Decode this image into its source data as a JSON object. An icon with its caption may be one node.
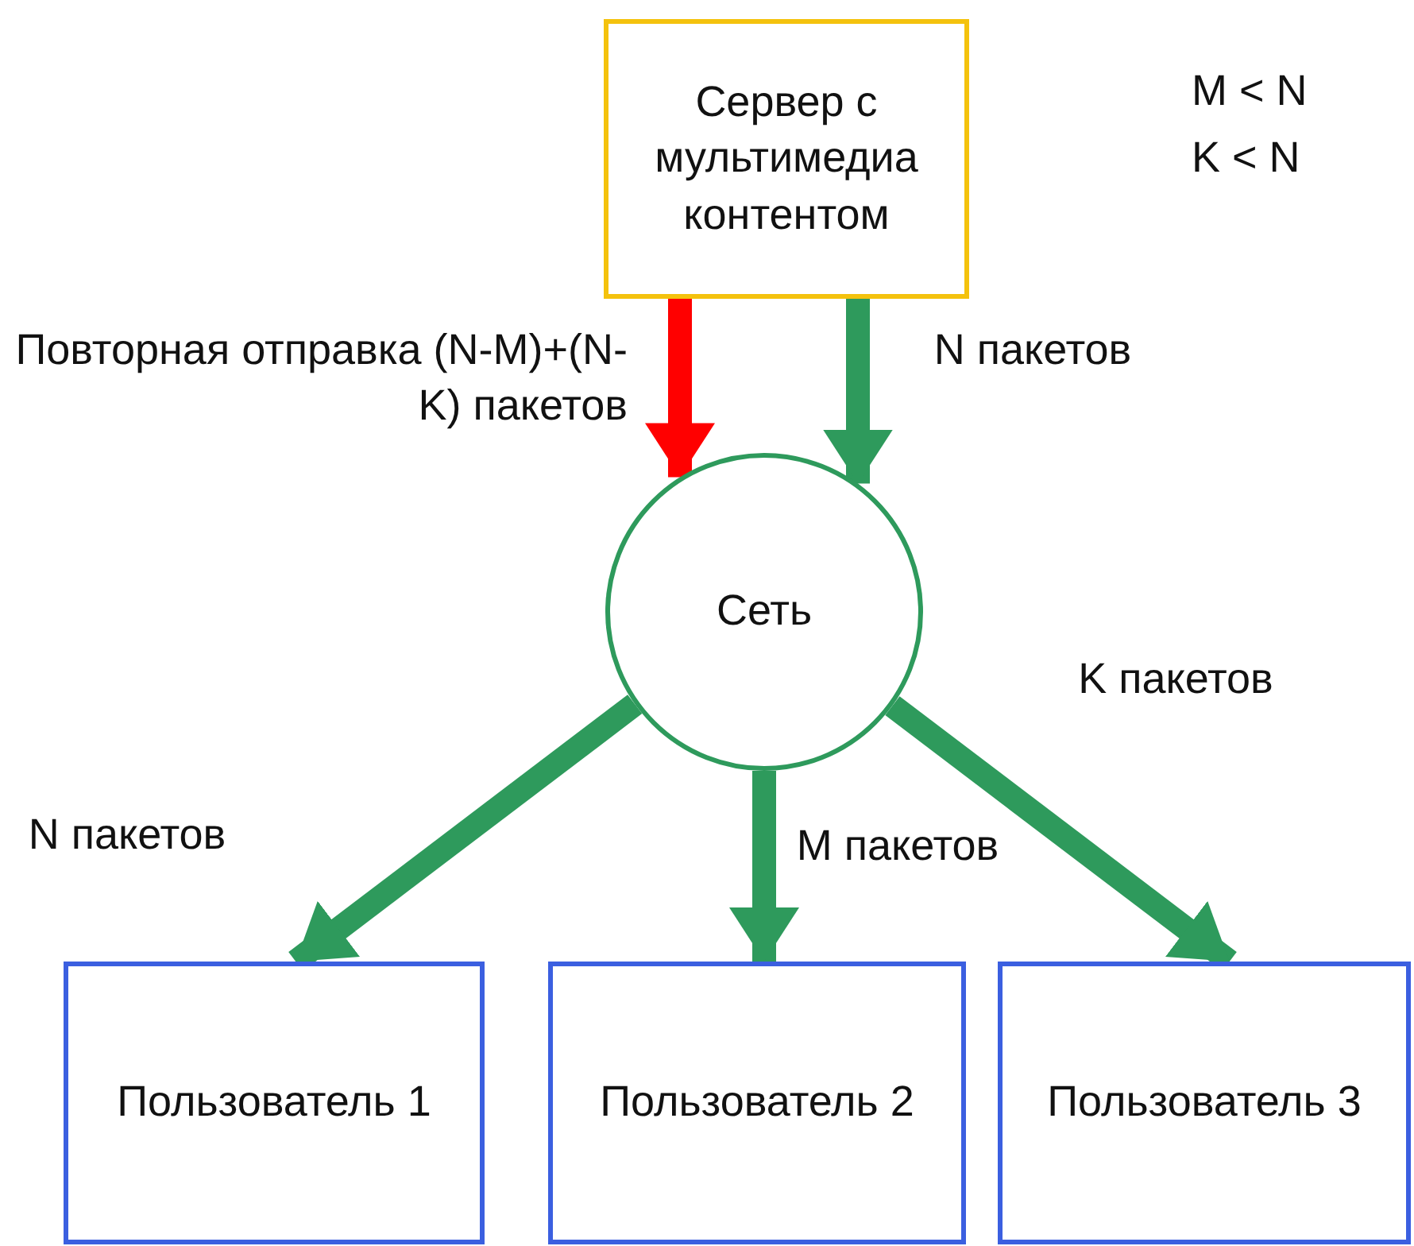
{
  "diagram": {
    "nodes": [
      {
        "text": [
          "Сервер с мультимедиа контентом"
        ]
      },
      {
        "text": [
          "Сеть"
        ]
      },
      {
        "text": [
          "Пользователь 1"
        ]
      },
      {
        "text": [
          "Пользователь 2"
        ]
      },
      {
        "text": [
          "Пользователь 3"
        ]
      }
    ],
    "edges": [
      {
        "from": 0,
        "to": 1,
        "arrow": "to",
        "label": "Повторная отправка (N-M)+(N-K) пакетов",
        "color": "#ff0000"
      },
      {
        "from": 0,
        "to": 1,
        "arrow": "to",
        "label": "N пакетов"
      },
      {
        "from": 1,
        "to": 2,
        "arrow": "to",
        "label": "N пакетов"
      },
      {
        "from": 1,
        "to": 3,
        "arrow": "to",
        "label": "M пакетов"
      },
      {
        "from": 1,
        "to": 4,
        "arrow": "to",
        "label": "K пакетов"
      }
    ],
    "labels": [
      "M < N",
      "K < N"
    ]
  }
}
